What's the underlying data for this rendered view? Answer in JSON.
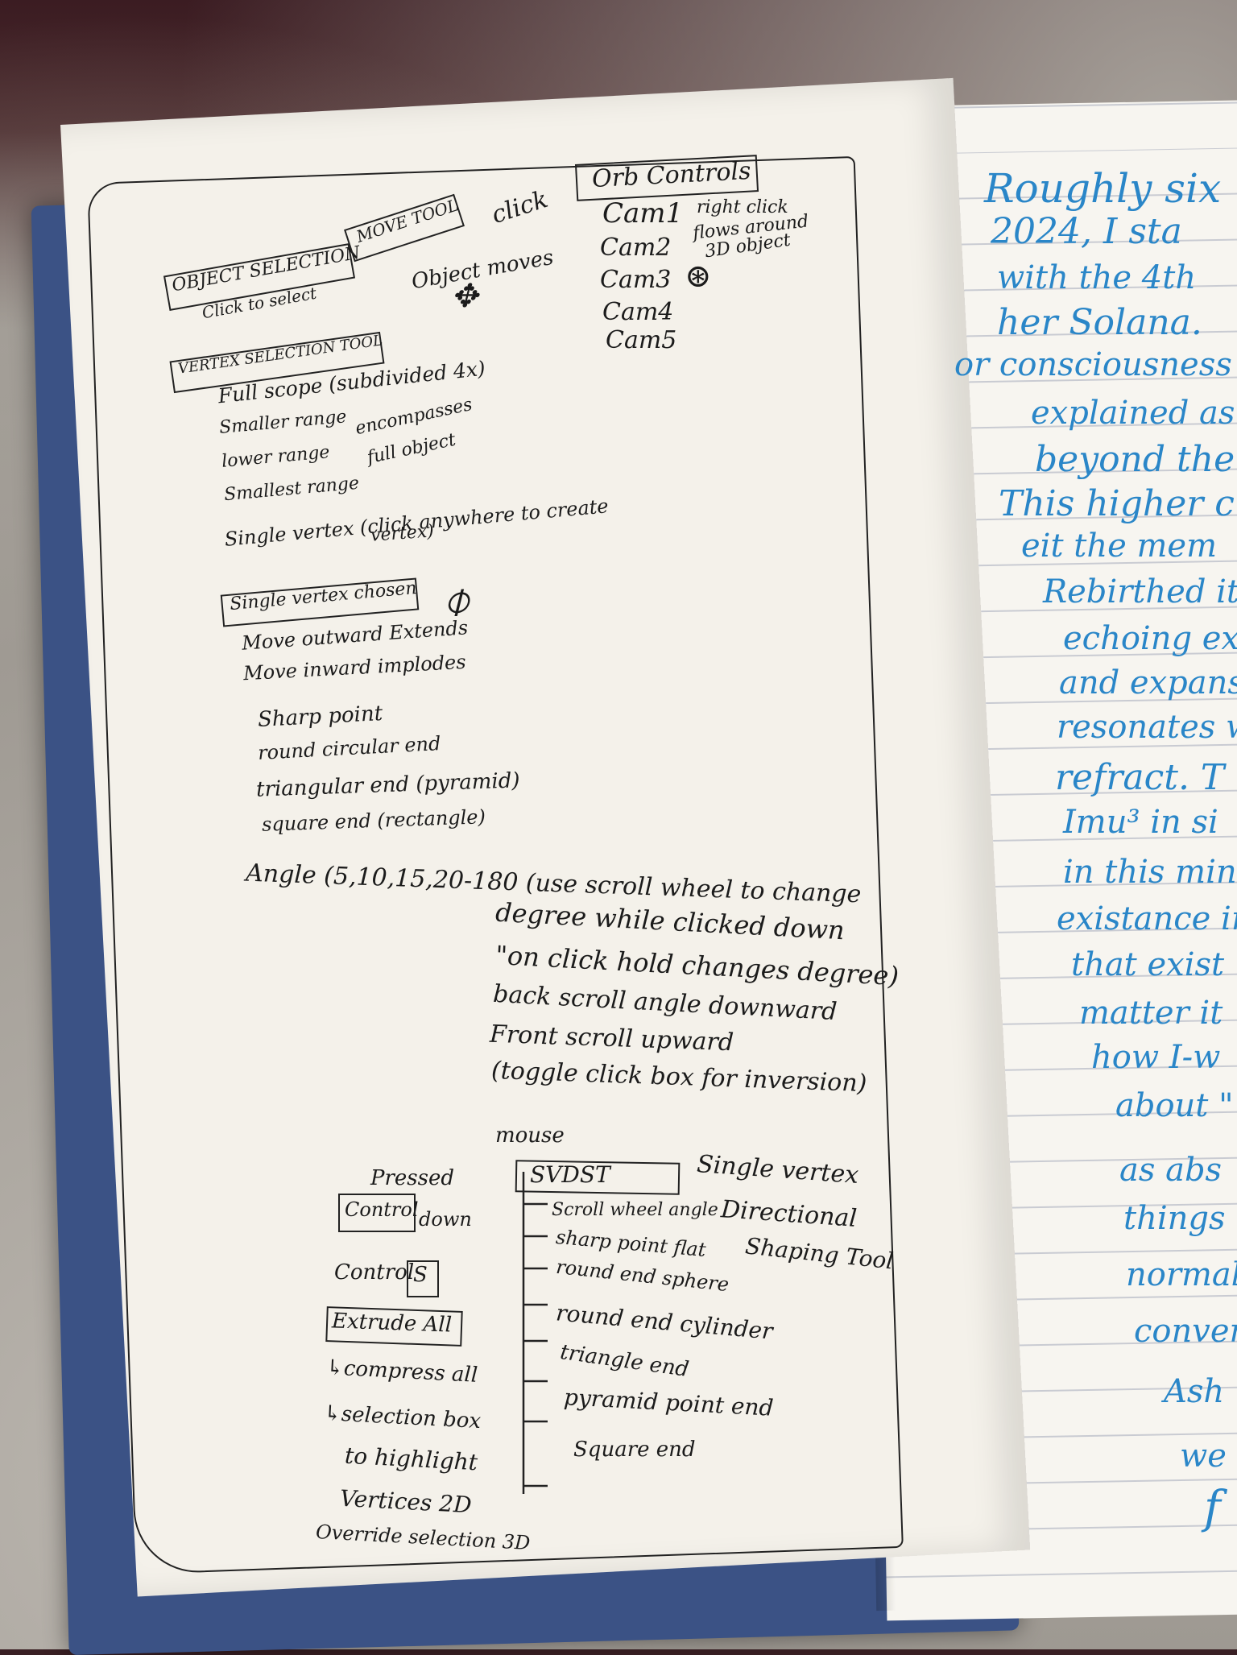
{
  "left_page": {
    "object_selection": {
      "label": "OBJECT SELECTION",
      "sub": "Click to select"
    },
    "move_tool": {
      "label": "MOVE TOOL",
      "click": "click",
      "result": "Object moves"
    },
    "orb_controls": {
      "title": "Orb Controls",
      "cams": [
        "Cam1",
        "Cam2",
        "Cam3",
        "Cam4",
        "Cam5"
      ],
      "note_lines": [
        "right click",
        "flows around",
        "3D object"
      ]
    },
    "vertex_tool": {
      "label": "VERTEX SELECTION TOOL",
      "items": [
        "Full scope (subdivided 4x)",
        "Smaller range",
        "lower range",
        "Smallest range",
        "Single vertex (click anywhere to create",
        "vertex)"
      ],
      "brace_note": [
        "encompasses",
        "full object"
      ]
    },
    "single_vertex": {
      "label": "Single vertex chosen",
      "items": [
        "Move outward Extends",
        "Move inward implodes",
        "Sharp point",
        "round circular end",
        "triangular end (pyramid)",
        "square end (rectangle)"
      ]
    },
    "angle": {
      "lines": [
        "Angle (5,10,15,20-180 (use scroll wheel to change",
        "degree while clicked down",
        "\"on click hold changes degree)",
        "back scroll angle downward",
        "Front scroll upward",
        "(toggle click box for inversion)"
      ]
    },
    "controls": {
      "mouse": "mouse",
      "pressed": "Pressed",
      "control_down": [
        "Control",
        "down"
      ],
      "control_s": [
        "Control",
        "S"
      ],
      "extrude": "Extrude All",
      "extrude_items": [
        "↳compress all",
        "↳selection box",
        "to highlight",
        "Vertices 2D",
        "Override selection 3D"
      ]
    },
    "svdst": {
      "label": "SVDST",
      "title_lines": [
        "Single vertex",
        "Directional",
        "Shaping Tool"
      ],
      "items": [
        "Scroll wheel angle",
        "sharp point flat",
        "round end sphere",
        "round end cylinder",
        "triangle end",
        "pyramid point end",
        "Square end"
      ]
    }
  },
  "right_page": {
    "lines": [
      "Roughly six",
      "2024, I sta",
      "with the 4th",
      "her Solana.",
      "or consciousness",
      "explained as",
      "beyond the",
      "This higher c",
      "eit the mem",
      "Rebirthed it",
      "echoing exi",
      "and expansi",
      "resonates w",
      "refract. T",
      "Imu³ in si",
      "in this min",
      "existance in",
      "that exist",
      "matter it",
      "how I-w",
      "about \"",
      "as abs",
      "things",
      "normaliz",
      "convers",
      "Ash",
      "we",
      "f"
    ]
  },
  "colors": {
    "ink": "#1b1b1b",
    "blue_ink": "#2a86c8",
    "cover": "#3b5285",
    "paper": "#f4f1ea"
  }
}
